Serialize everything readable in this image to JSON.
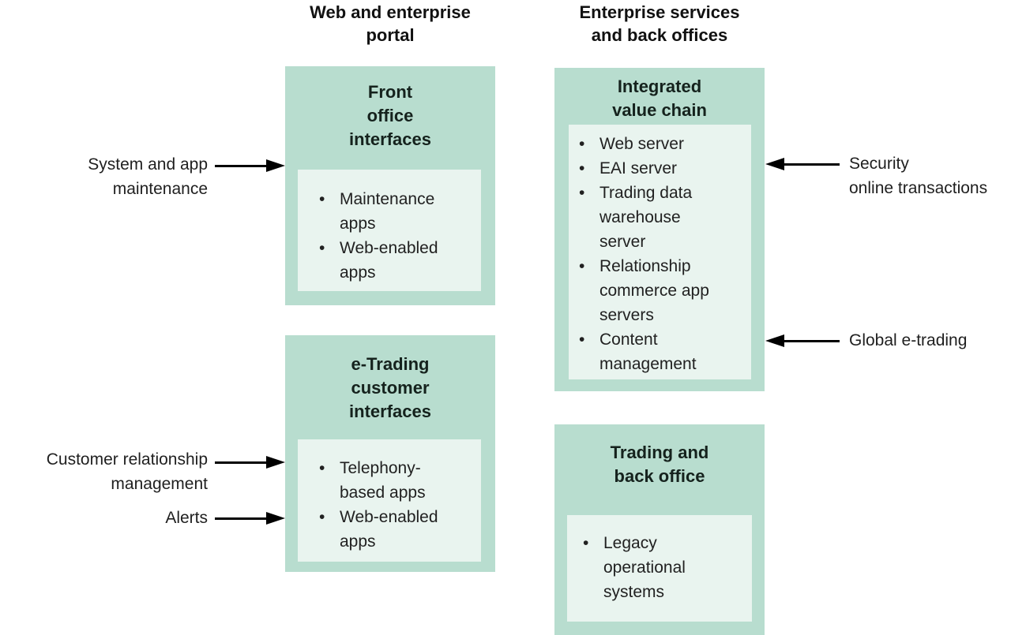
{
  "colors": {
    "box_fill": "#b8ddcf",
    "panel_fill": "#e9f4ef",
    "text_dark": "#1c1c1c",
    "arrow_color": "#000000",
    "page_bg": "#ffffff"
  },
  "column_headers": [
    {
      "lines": [
        "Web and enterprise",
        "portal"
      ]
    },
    {
      "lines": [
        "Enterprise services",
        "and back offices"
      ]
    }
  ],
  "boxes": [
    {
      "title_lines": [
        "Front",
        "office",
        "interfaces"
      ],
      "items": [
        "Maintenance apps",
        "Web-enabled apps"
      ]
    },
    {
      "title_lines": [
        "e-Trading",
        "customer",
        "interfaces"
      ],
      "items": [
        "Telephony-based apps",
        "Web-enabled apps"
      ]
    },
    {
      "title_lines": [
        "Integrated",
        "value chain"
      ],
      "items": [
        "Web server",
        "EAI server",
        "Trading data warehouse server",
        "Relationship commerce app servers",
        "Content management"
      ]
    },
    {
      "title_lines": [
        "Trading and",
        "back office"
      ],
      "items": [
        "Legacy operational systems"
      ]
    }
  ],
  "annotations_left": [
    {
      "lines": [
        "System and app",
        "maintenance"
      ]
    },
    {
      "lines": [
        "Customer relationship",
        "management"
      ]
    },
    {
      "lines": [
        "Alerts"
      ]
    }
  ],
  "annotations_right": [
    {
      "lines": [
        "Security",
        "online transactions"
      ]
    },
    {
      "lines": [
        "Global e-trading"
      ]
    }
  ]
}
